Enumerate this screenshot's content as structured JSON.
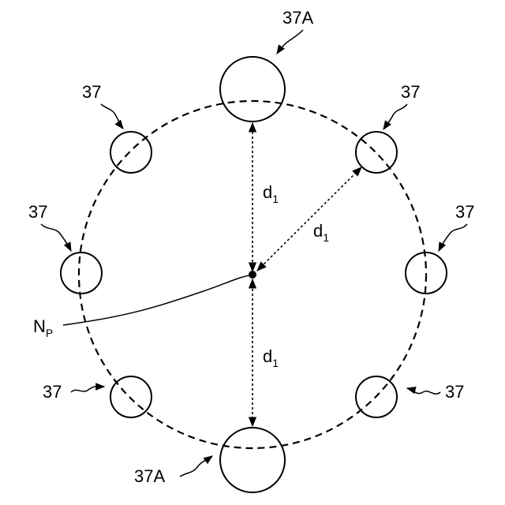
{
  "diagram": {
    "ring_style": "dashed",
    "center_point": {
      "label_main": "N",
      "label_sub": "P"
    },
    "labels": {
      "small_circle": "37",
      "large_circle": "37A",
      "distance_main": "d",
      "distance_sub": "1"
    },
    "colors": {
      "stroke": "#000000",
      "background": "#ffffff"
    }
  }
}
